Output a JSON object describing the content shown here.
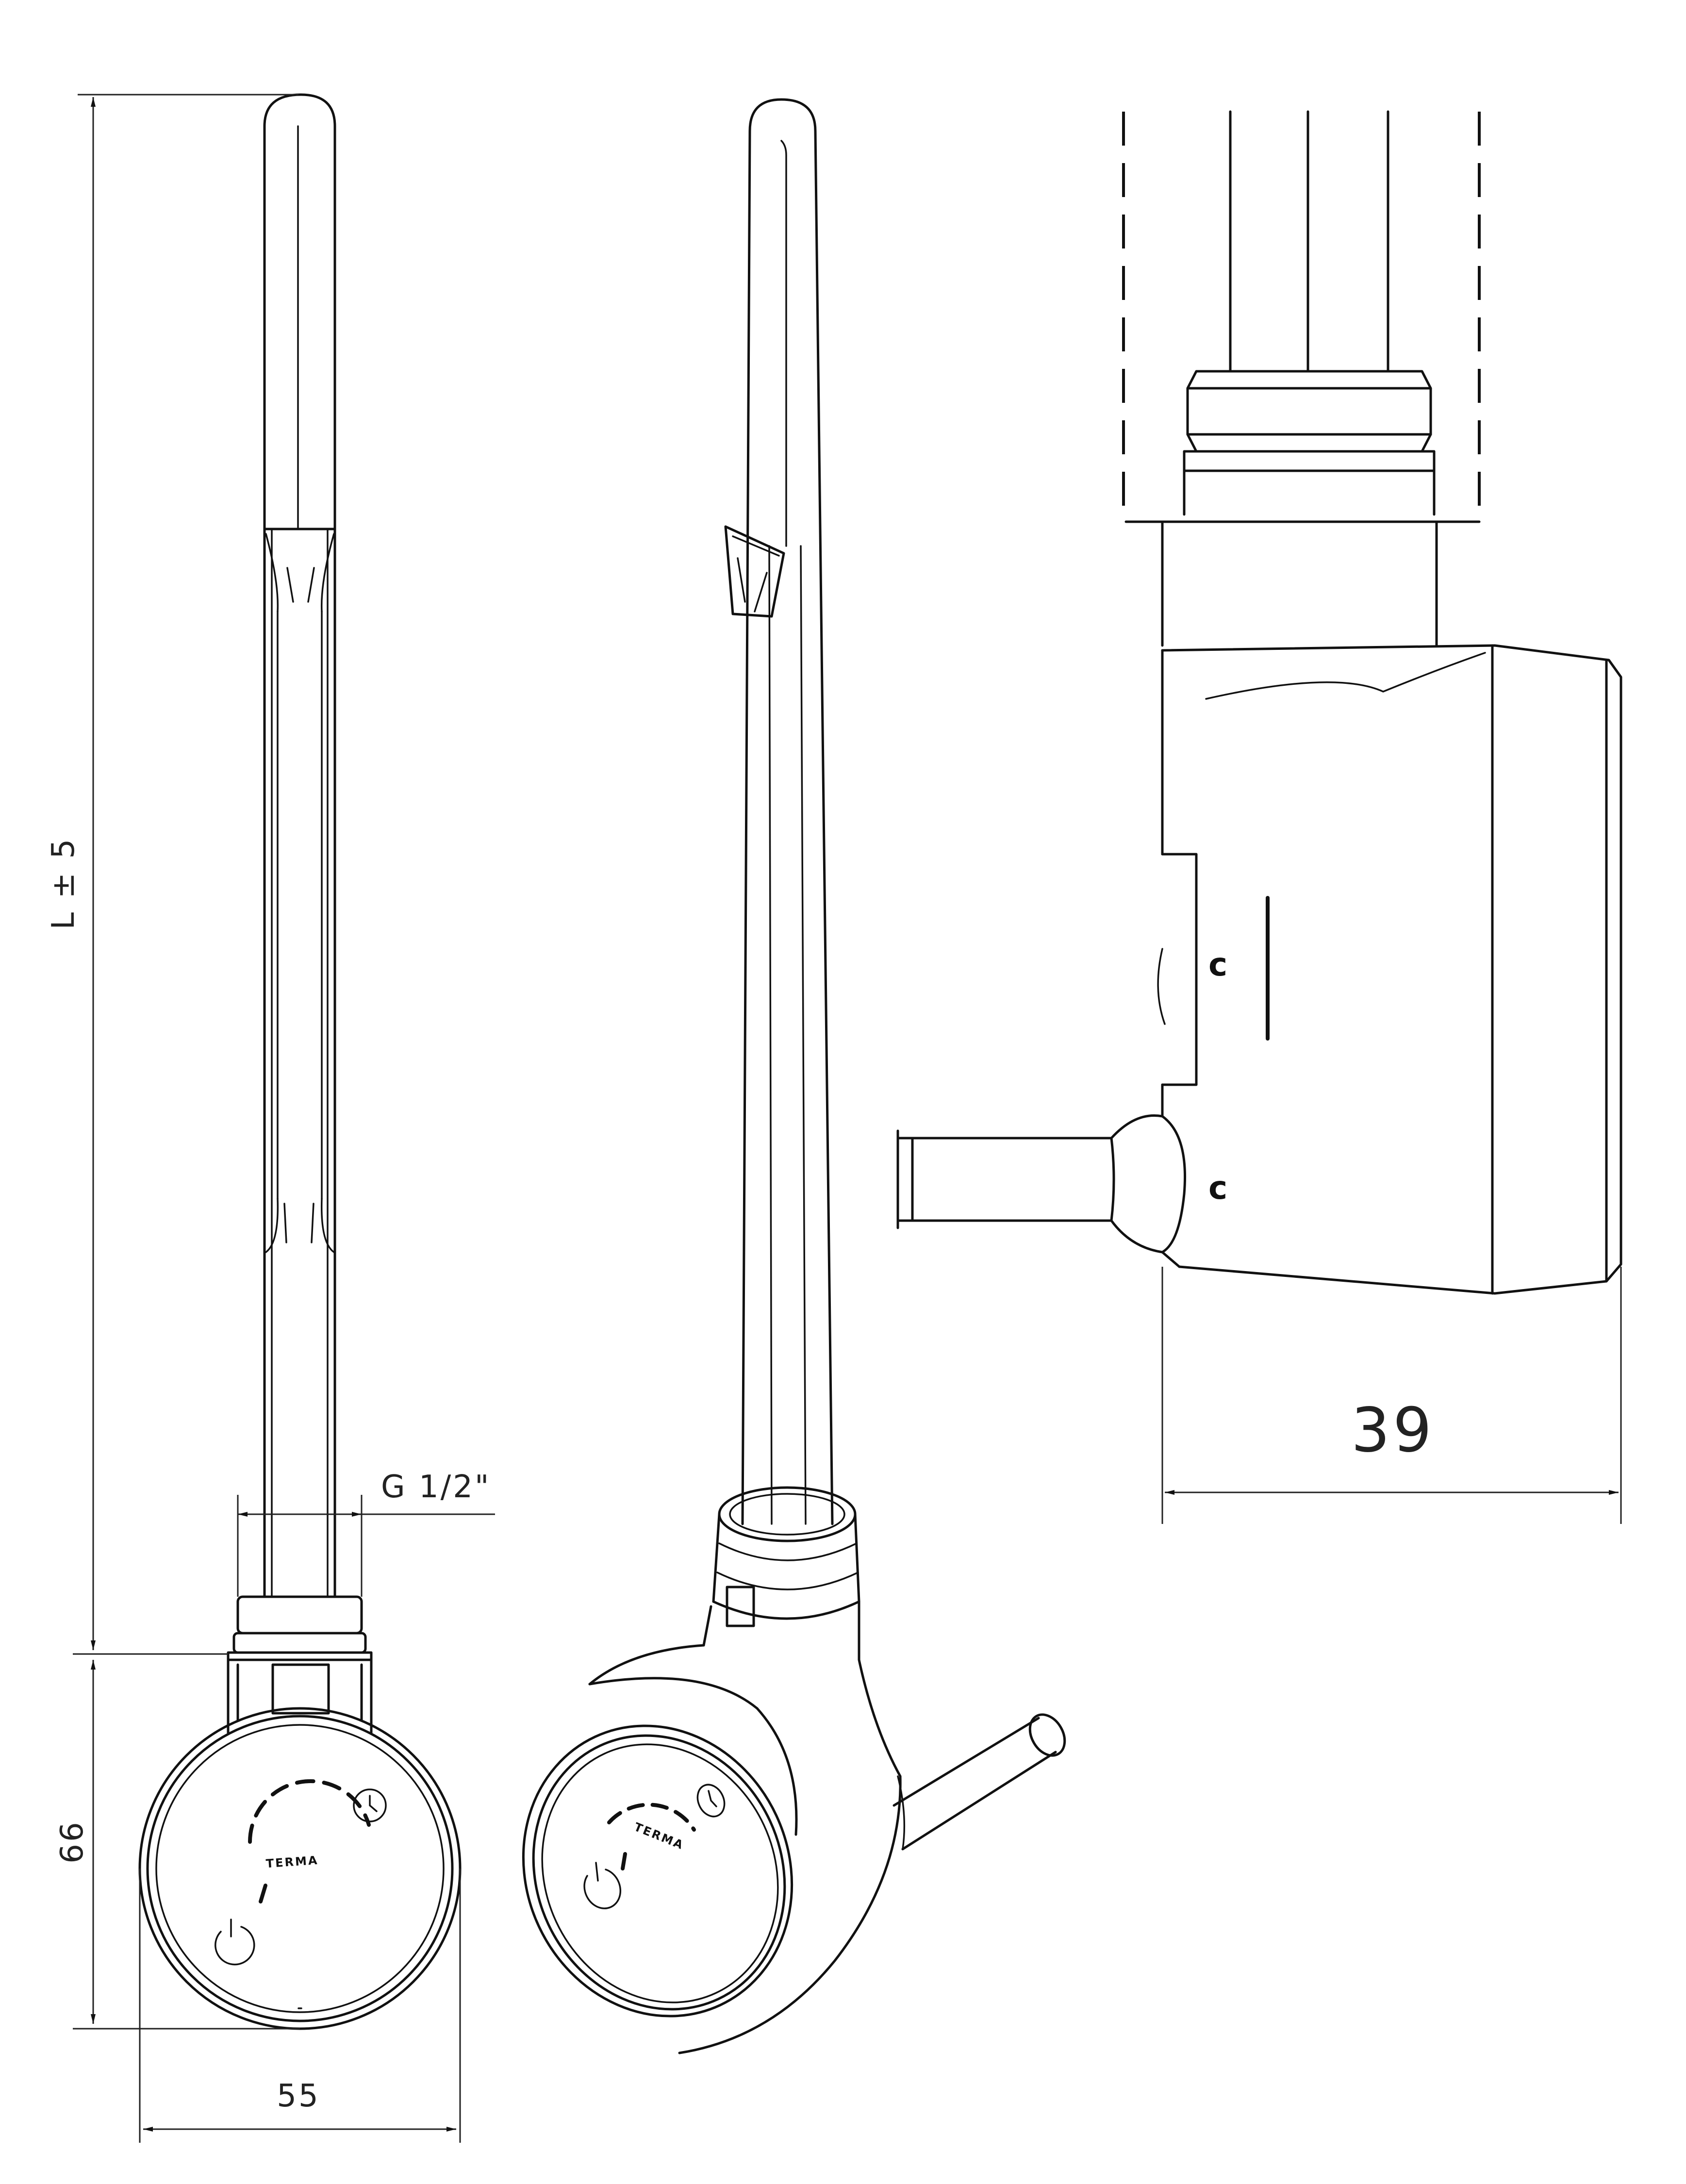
{
  "dimensions": {
    "length": "L ± 5",
    "thread": "G 1/2\"",
    "head_height": "66",
    "head_width": "55",
    "head_depth": "39"
  },
  "brand": "TERMA",
  "body_marks": [
    "c",
    "c"
  ],
  "views": [
    "front-view",
    "side-view",
    "detail-side-view"
  ]
}
